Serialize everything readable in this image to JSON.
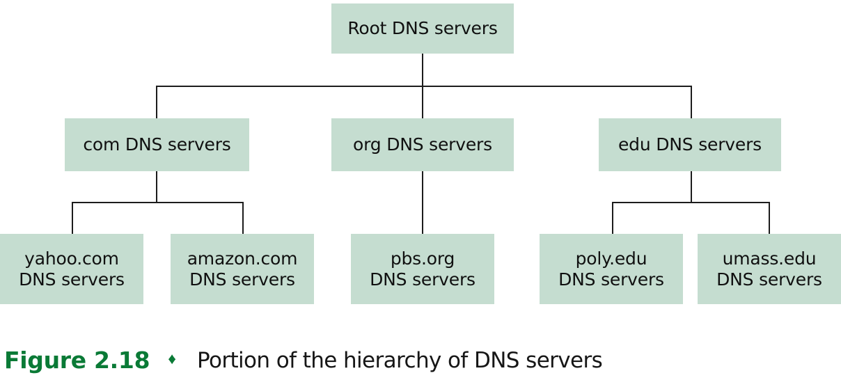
{
  "figure": {
    "number_label": "Figure 2.18",
    "diamond": "♦",
    "caption_text": "Portion of the hierarchy of DNS servers",
    "accent_color": "#0a7a36",
    "box_fill_color": "#c5ddd0",
    "line_color": "#1c1c1c",
    "text_color": "#101010"
  },
  "tree": {
    "root": {
      "label": "Root DNS servers"
    },
    "tld": [
      {
        "label": "com DNS servers"
      },
      {
        "label": "org DNS servers"
      },
      {
        "label": "edu DNS servers"
      }
    ],
    "authoritative": [
      {
        "label": "yahoo.com\nDNS servers"
      },
      {
        "label": "amazon.com\nDNS servers"
      },
      {
        "label": "pbs.org\nDNS servers"
      },
      {
        "label": "poly.edu\nDNS servers"
      },
      {
        "label": "umass.edu\nDNS servers"
      }
    ]
  }
}
